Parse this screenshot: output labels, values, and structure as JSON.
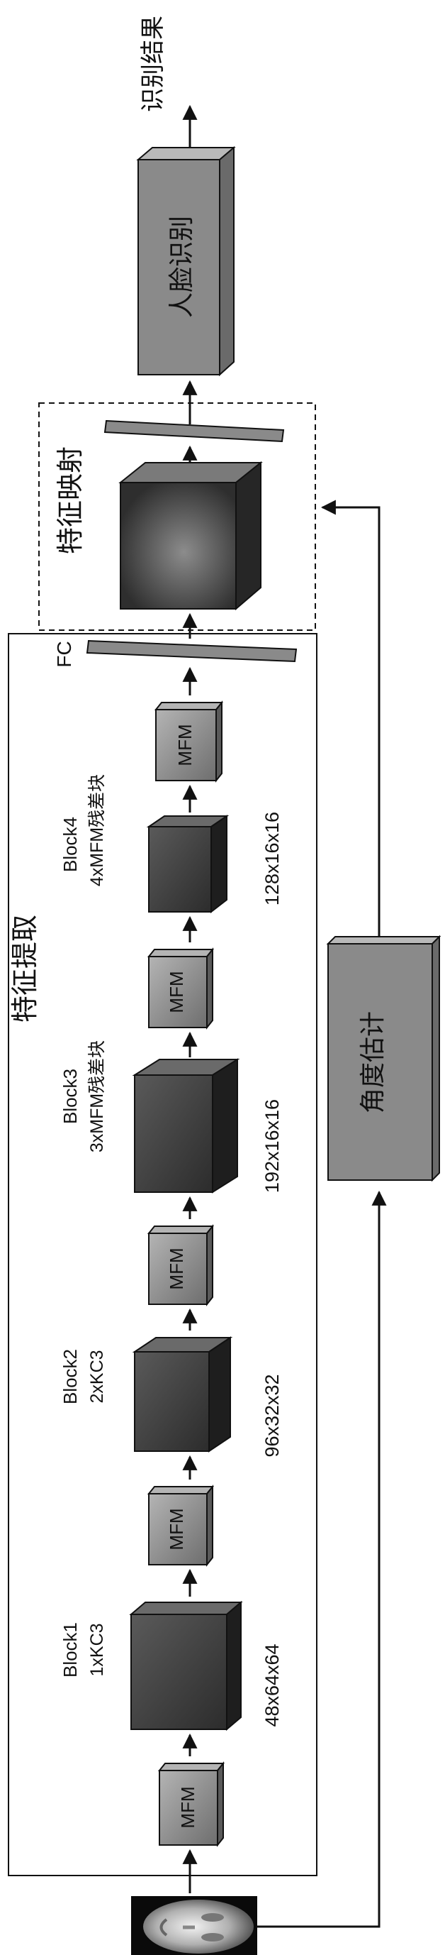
{
  "output": {
    "label": "识别结果"
  },
  "recognition": {
    "label": "人脸识别"
  },
  "mapping": {
    "label": "特征映射"
  },
  "extraction": {
    "label": "特征提取"
  },
  "fc": {
    "label": "FC"
  },
  "angle": {
    "label": "角度估计"
  },
  "blocks": [
    {
      "title": "Block1",
      "subtitle": "1xKC3",
      "dims": "48x64x64",
      "mfm": "MFM"
    },
    {
      "title": "Block2",
      "subtitle": "2xKC3",
      "dims": "96x32x32",
      "mfm": "MFM"
    },
    {
      "title": "Block3",
      "subtitle": "3xMFM残差块",
      "dims": "192x16x16",
      "mfm": "MFM"
    },
    {
      "title": "Block4",
      "subtitle": "4xMFM残差块",
      "dims": "128x16x16",
      "mfm": "MFM"
    }
  ],
  "first_mfm": {
    "label": "MFM"
  },
  "colors": {
    "dark_block": "#3a3a3a",
    "light_block": "#8a8a8a",
    "line": "#111111"
  }
}
